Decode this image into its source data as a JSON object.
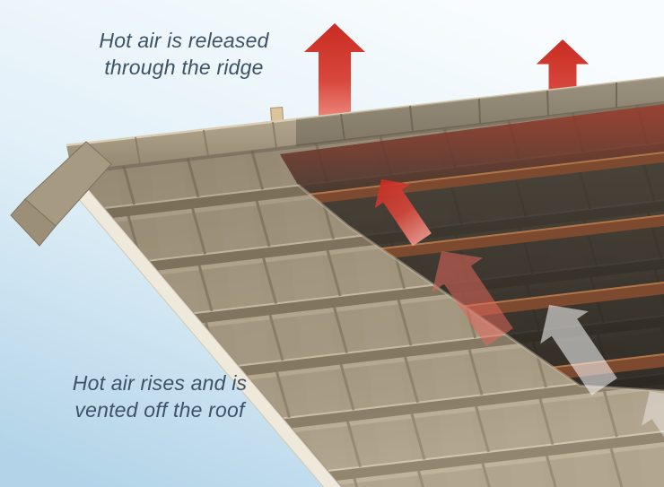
{
  "diagram": {
    "subject": "roof ridge ventilation"
  },
  "labels": {
    "ridge": {
      "line1": "Hot air is released",
      "line2": "through the ridge"
    },
    "vent": {
      "line1": "Hot air rises and is",
      "line2": "vented off the roof"
    }
  },
  "colors": {
    "label_text": "#3d5266",
    "arrow_red": "#d2352b",
    "arrow_pink": "#e2675c",
    "arrow_white": "#ffffff",
    "sky_top": "#f8fcfe",
    "sky_bottom": "#b3d4e8",
    "tile": "#a89b84",
    "ridge_tile": "#c0b49c",
    "batten_wood": "#7d4a30",
    "underlay_dark": "#26221d",
    "bargeboard": "#efe9db"
  },
  "icons": [
    {
      "name": "ridge-exhaust-arrow-1",
      "meaning": "hot air released through ridge"
    },
    {
      "name": "ridge-exhaust-arrow-2",
      "meaning": "hot air released through ridge"
    },
    {
      "name": "underlay-airflow-arrow-red",
      "meaning": "hot air rising beneath tiles"
    },
    {
      "name": "underlay-airflow-arrow-pink",
      "meaning": "hot air rising beneath tiles"
    },
    {
      "name": "underlay-airflow-arrow-white-1",
      "meaning": "air vented up the roof"
    },
    {
      "name": "underlay-airflow-arrow-white-2",
      "meaning": "air vented up the roof"
    }
  ]
}
